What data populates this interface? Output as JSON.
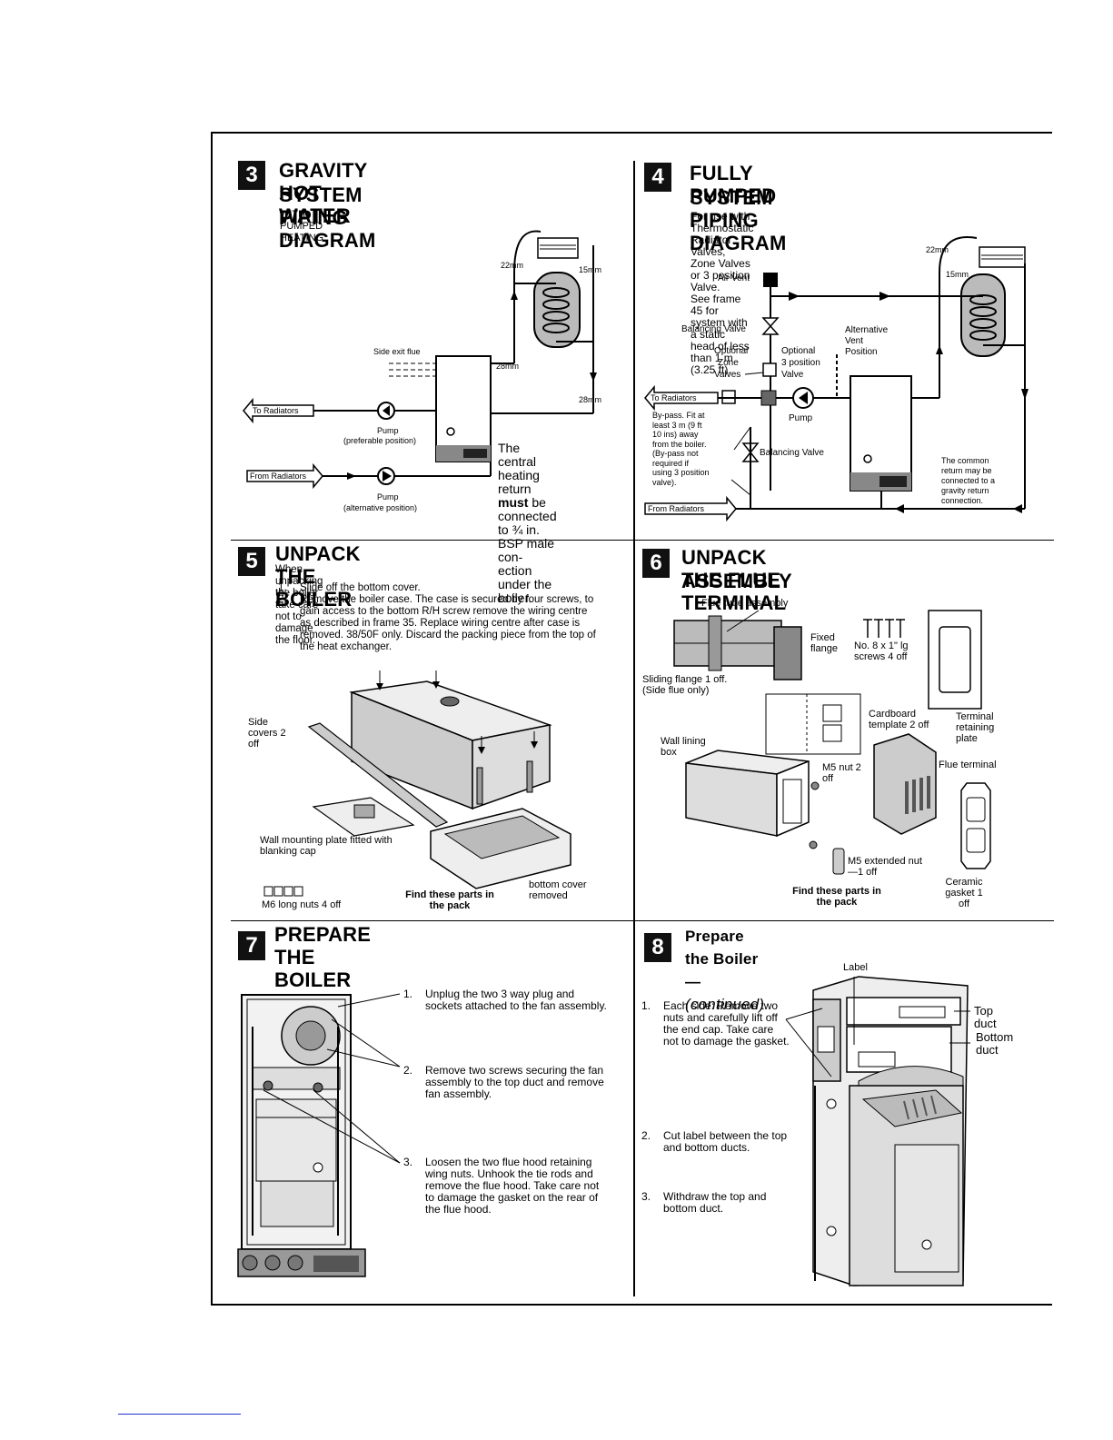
{
  "panel3": {
    "num": "3",
    "title_1": "GRAVITY HOT WATER",
    "title_2": "SYSTEM PIPING DIAGRAM",
    "subtitle": "WITH PUMPED HEATING",
    "labels": {
      "d22": "22mm",
      "d15": "15mm",
      "d28a": "28mm",
      "d28b": "28mm",
      "side_exit_flue": "Side exit flue",
      "to_radiators": "To Radiators",
      "from_radiators": "From Radiators",
      "pump_1": "Pump",
      "pump_1b": "(preferable position)",
      "pump_2": "Pump",
      "pump_2b": "(alternative position)"
    },
    "note_1": "The central heating",
    "note_2a": "return ",
    "note_2b": "must",
    "note_2c": " be",
    "note_3": "connected to ¾ in.",
    "note_4": "BSP male con-",
    "note_5": "ection under the",
    "note_6": "boiler."
  },
  "panel4": {
    "num": "4",
    "title_1": "FULLY PUMPED",
    "title_2": "SYSTEM PIPING DIAGRAM",
    "intro_1": "For use with Thermostatic Radiator Valves,",
    "intro_2": "Zone Valves or 3 position Valve.",
    "intro_3": "See frame 45 for system with a static",
    "intro_4": "head of less than 1 m (3.25 ft).",
    "labels": {
      "d22": "22mm",
      "d15": "15mm",
      "air_vent": "Air Vent",
      "balancing_valve_top": "Balancing Valve",
      "optional_zone_1": "Optional",
      "optional_zone_2": "Zone",
      "optional_zone_3": "Valves",
      "optional_3pos_1": "Optional",
      "optional_3pos_2": "3 position",
      "optional_3pos_3": "Valve",
      "alt_vent_1": "Alternative",
      "alt_vent_2": "Vent",
      "alt_vent_3": "Position",
      "to_radiators": "To Radiators",
      "pump": "Pump",
      "bypass_1": "By-pass. Fit at",
      "bypass_2": "least 3 m (9 ft",
      "bypass_3": "10 ins) away",
      "bypass_4": "from the boiler.",
      "bypass_5": "(By-pass not",
      "bypass_6": "required if",
      "bypass_7": "using 3 position",
      "bypass_8": "valve).",
      "balancing_valve_bottom": "Balancing Valve",
      "from_radiators": "From Radiators",
      "common_1": "The common",
      "common_2": "return may be",
      "common_3": "connected to a",
      "common_4": "gravity return",
      "common_5": "connection."
    }
  },
  "panel5": {
    "num": "5",
    "title": "UNPACK THE BOILER",
    "intro": "When unpacking the boiler take care not to damage the floor.",
    "steps": [
      {
        "n": "1.",
        "t": "Slide off the bottom cover."
      },
      {
        "n": "2.",
        "t": "Remove the boiler case. The case is secured by four screws, to gain access to the bottom R/H screw remove the wiring centre as described in frame 35. Replace wiring centre after case is removed. 38/50F only. Discard the packing piece from the top of the heat exchanger."
      }
    ],
    "labels": {
      "side_covers": "Side covers 2 off",
      "wall_plate": "Wall mounting plate fitted with blanking cap",
      "m6_nuts": "M6 long nuts 4 off",
      "find_parts": "Find these parts in the pack",
      "bottom_cover": "bottom cover removed"
    }
  },
  "panel6": {
    "num": "6",
    "title_1": "UNPACK THE FLUE TERMINAL",
    "title_2": "ASSEMBLY",
    "labels": {
      "flue_tube": "Flue tube assembly",
      "fixed_flange": "Fixed flange",
      "screws": "No. 8 x 1\" lg screws 4 off",
      "sliding_flange": "Sliding flange 1 off. (Side flue only)",
      "cardboard": "Cardboard template 2 off",
      "terminal_plate": "Terminal retaining plate",
      "wall_lining": "Wall lining box",
      "m5_nut": "M5 nut 2 off",
      "flue_terminal": "Flue terminal",
      "m5_extended": "M5 extended nut—1 off",
      "find_parts": "Find these parts in the pack",
      "ceramic": "Ceramic gasket 1 off"
    }
  },
  "panel7": {
    "num": "7",
    "title": "PREPARE THE BOILER",
    "steps": [
      {
        "n": "1.",
        "t": "Unplug the two 3 way plug and sockets attached to the fan assembly."
      },
      {
        "n": "2.",
        "t": "Remove two screws securing the fan assembly to the top duct and remove fan assembly."
      },
      {
        "n": "3.",
        "t": "Loosen the two flue hood retaining wing nuts. Unhook the tie rods and remove the flue hood. Take care not to damage the gasket on the rear of the flue hood."
      }
    ]
  },
  "panel8": {
    "num": "8",
    "title_bold": "Prepare the Boiler—",
    "title_italic": "(continued)",
    "steps": [
      {
        "n": "1.",
        "t": "Each side: Remove two nuts and carefully lift off the end cap. Take care not to damage the gasket."
      },
      {
        "n": "2.",
        "t": "Cut label between the top and bottom ducts."
      },
      {
        "n": "3.",
        "t": "Withdraw the top and bottom duct."
      }
    ],
    "labels": {
      "label": "Label",
      "top_duct": "Top duct",
      "bottom_duct": "Bottom duct"
    }
  }
}
